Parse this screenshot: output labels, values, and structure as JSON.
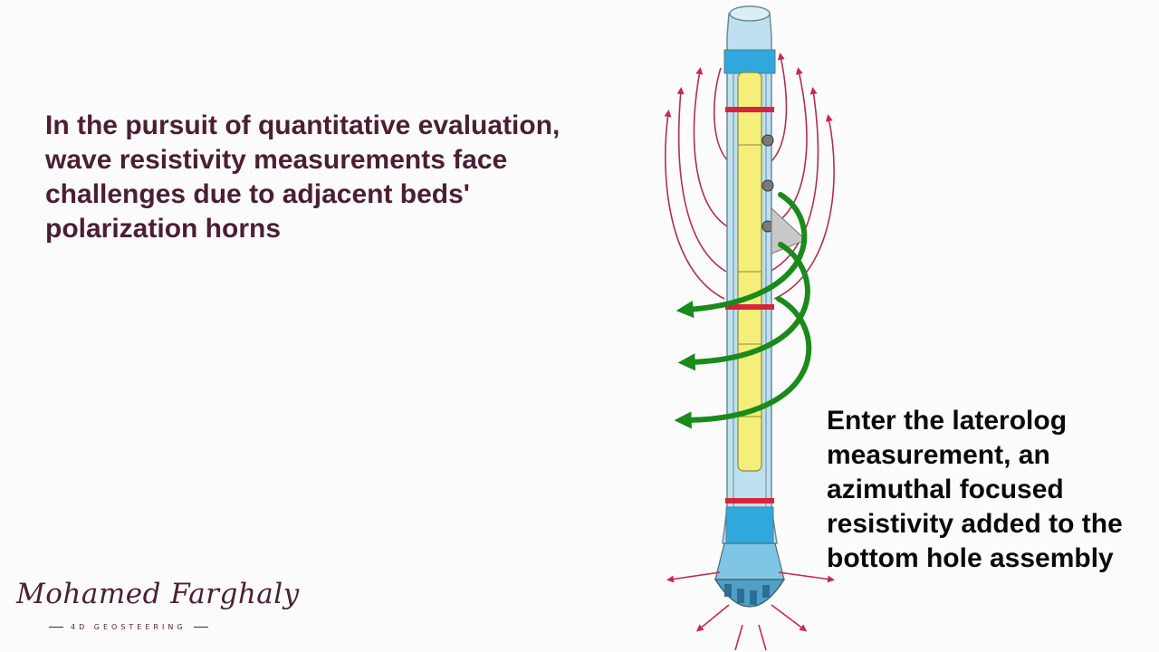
{
  "slide": {
    "headline": "In the pursuit of quantitative evaluation, wave resistivity measurements face challenges due to adjacent beds' polarization horns",
    "callout": "Enter the laterolog measurement, an azimuthal focused resistivity added to the bottom hole assembly"
  },
  "brand": {
    "name": "Mohamed Farghaly",
    "tagline": "4D GEOSTEERING"
  },
  "colors": {
    "headline": "#4a1f35",
    "callout": "#0a0a0a",
    "tool_body": "#bfe0ee",
    "tool_band": "#2fa9dd",
    "core": "#f3ef7a",
    "field_lines": "#b0304d",
    "current_arrows": "#1a8a1a"
  }
}
